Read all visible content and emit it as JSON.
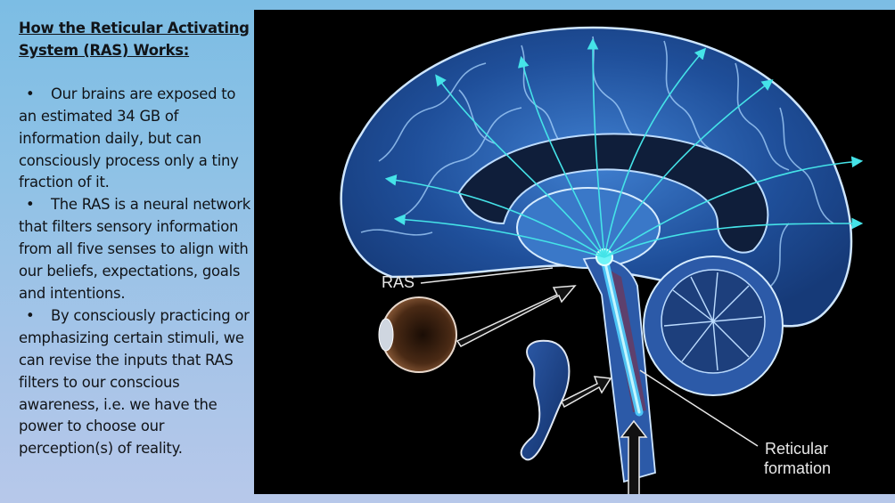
{
  "slide": {
    "title": "How the Reticular Activating System (RAS) Works:",
    "bullets": [
      "Our brains are exposed to an estimated 34 GB of information daily, but can consciously process only a tiny fraction of it.",
      "The RAS is a neural network that filters sensory information from all five senses to align with our beliefs, expectations, goals and intentions.",
      "By consciously practicing or emphasizing certain stimuli, we can revise the inputs that RAS filters to our conscious awareness, i.e. we have the power to choose our perception(s) of reality."
    ],
    "bullet_glyph": "•"
  },
  "figure": {
    "labels": {
      "ras": "RAS",
      "reticular_line1": "Reticular",
      "reticular_line2": "formation"
    },
    "icons": [
      "brain-sagittal-illustration",
      "eye-icon",
      "ear-icon",
      "arrow-icon"
    ]
  },
  "colors": {
    "bg_top": "#7cbde4",
    "bg_bottom": "#b7c8ea",
    "figure_bg": "#000000",
    "brain_blue": "#1f4f9a",
    "arrow_cyan": "#45e3e8",
    "text": "#111418"
  }
}
